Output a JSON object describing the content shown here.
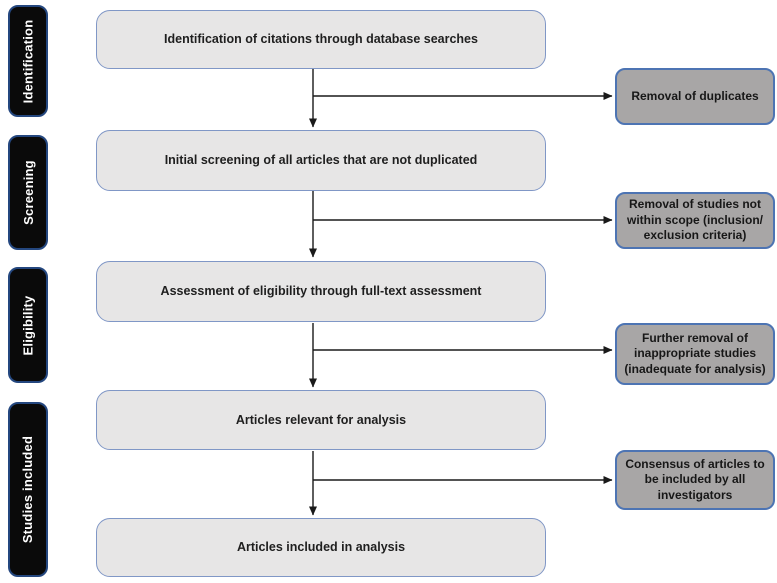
{
  "diagram": {
    "stages": [
      {
        "label": "Identification"
      },
      {
        "label": "Screening"
      },
      {
        "label": "Eligibility"
      },
      {
        "label": "Studies included"
      }
    ],
    "main_boxes": [
      {
        "label": "Identification of citations through database searches"
      },
      {
        "label": "Initial screening of all articles that are not duplicated"
      },
      {
        "label": "Assessment of eligibility through full-text assessment"
      },
      {
        "label": "Articles relevant for analysis"
      },
      {
        "label": "Articles included in analysis"
      }
    ],
    "side_boxes": [
      {
        "label": "Removal of duplicates"
      },
      {
        "label": "Removal of studies not within scope (inclusion/ exclusion criteria)"
      },
      {
        "label": "Further removal of inappropriate studies (inadequate for analysis)"
      },
      {
        "label": "Consensus of articles to be included by all investigators"
      }
    ]
  },
  "colors": {
    "background": "#ffffff",
    "main_box_fill": "#e7e6e6",
    "main_box_border": "#8097c6",
    "side_box_fill": "#a8a6a6",
    "side_box_border": "#4d74b3",
    "stage_fill": "#0a0a0a",
    "stage_border": "#24477f",
    "stage_text": "#ffffff",
    "arrow": "#1a1a1a"
  }
}
